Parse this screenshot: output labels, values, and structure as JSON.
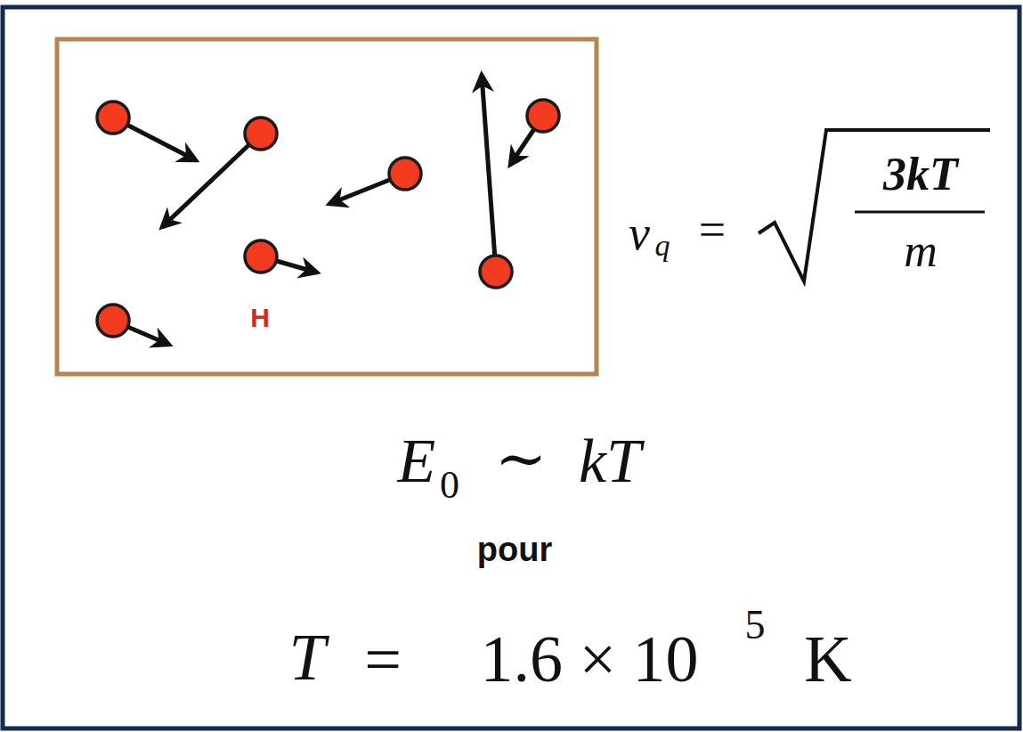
{
  "diagram": {
    "labels": [
      "H",
      "v",
      "q",
      "=",
      "3kT",
      "m",
      "E",
      "0",
      "∼",
      "kT",
      "pour",
      "T",
      "=",
      "1.6 × 10",
      "5",
      "K"
    ]
  }
}
